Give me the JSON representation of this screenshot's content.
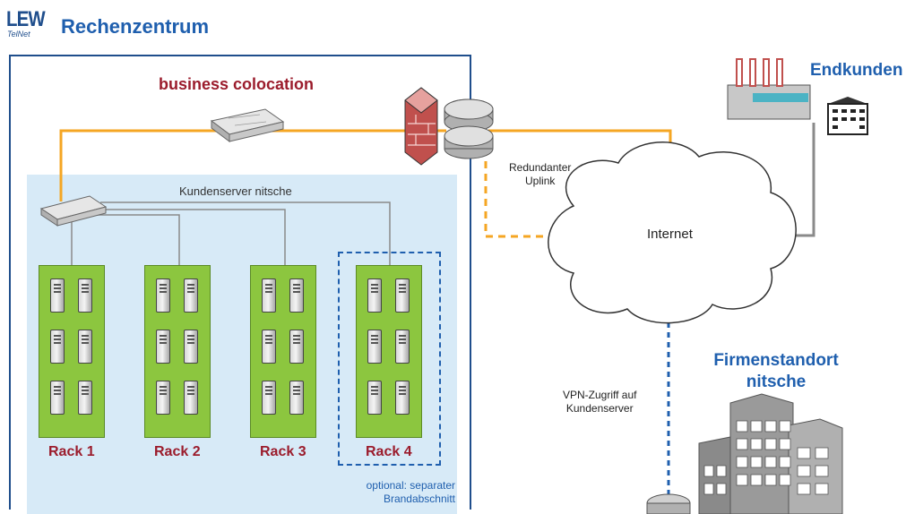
{
  "header": {
    "logo": "LEW",
    "logo_sub": "TelNet",
    "title": "Rechenzentrum"
  },
  "datacenter": {
    "business_label": "business colocation",
    "customer_servers_label": "Kundenserver nitsche",
    "racks": [
      "Rack 1",
      "Rack 2",
      "Rack 3",
      "Rack 4"
    ],
    "optional_note_line1": "optional: separater",
    "optional_note_line2": "Brandabschnitt"
  },
  "network": {
    "internet_label": "Internet",
    "uplink_line1": "Redundanter",
    "uplink_line2": "Uplink",
    "vpn_line1": "VPN-Zugriff auf",
    "vpn_line2": "Kundenserver"
  },
  "sites": {
    "endkunden": "Endkunden",
    "firmen_line1": "Firmenstandort",
    "firmen_line2": "nitsche"
  },
  "colors": {
    "orange_link": "#f5a623",
    "blue_link": "#1f5fae",
    "gray_link": "#8a8a8a",
    "rack_green": "#8cc63f",
    "label_red": "#9b1c2c"
  }
}
